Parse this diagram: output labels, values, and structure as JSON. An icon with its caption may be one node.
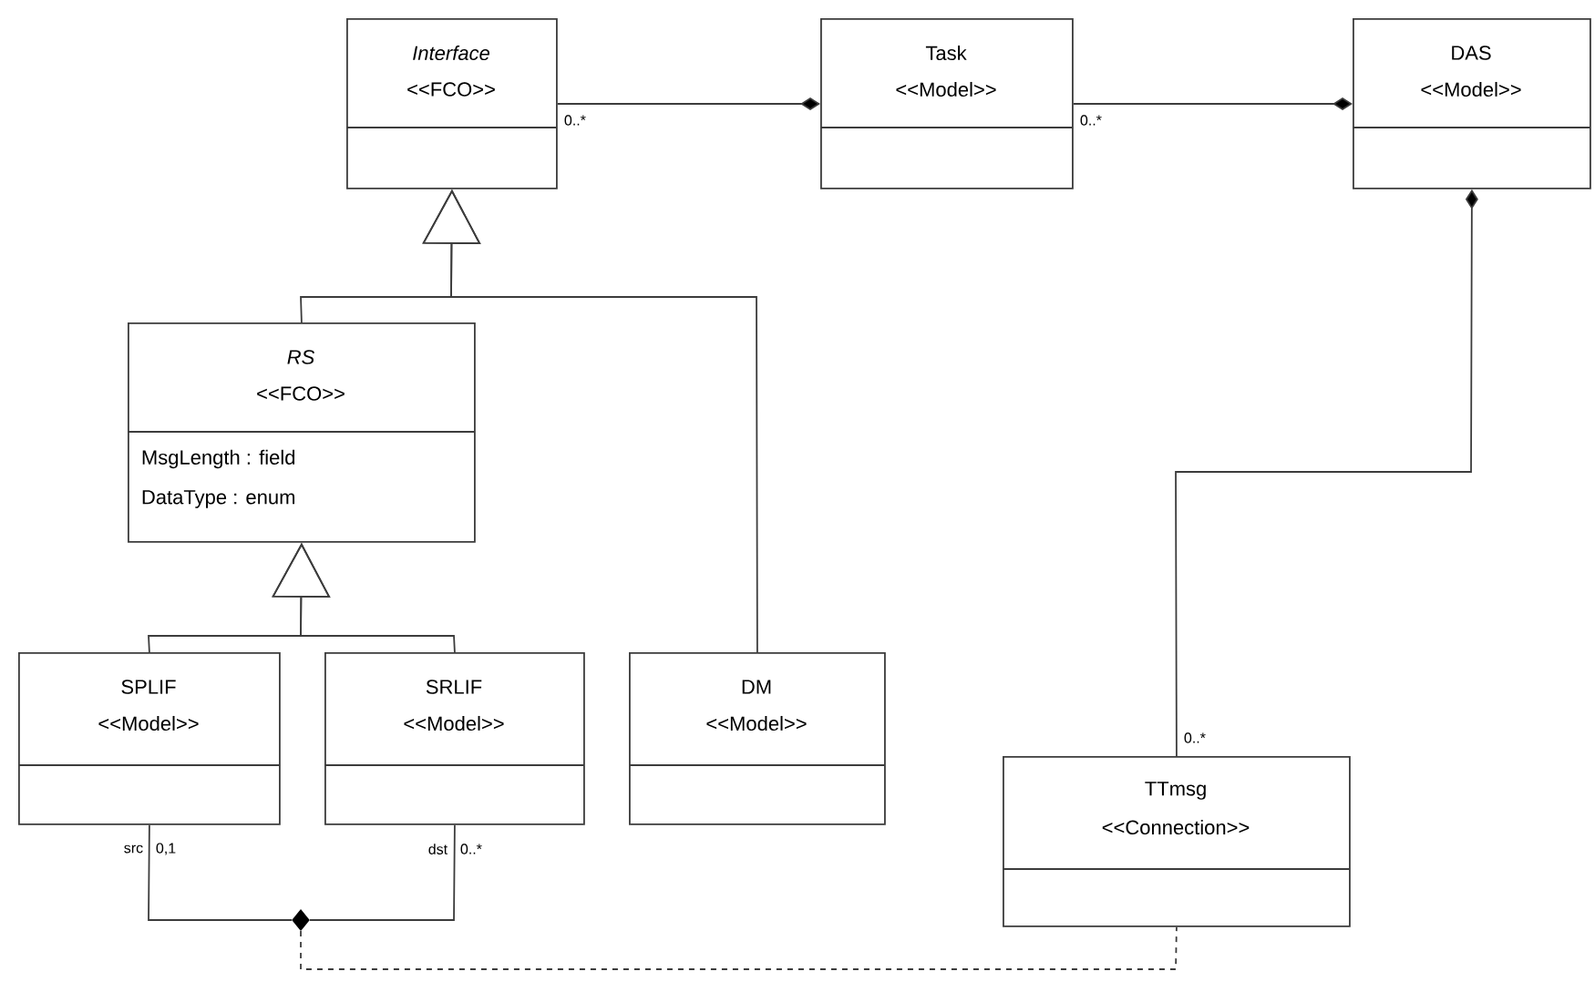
{
  "diagram": {
    "nodes": [
      {
        "text": [
          "Interface",
          "<<FCO>>"
        ]
      },
      {
        "text": [
          "Task",
          "<<Model>>"
        ]
      },
      {
        "text": [
          "DAS",
          "<<Model>>"
        ]
      },
      {
        "text": [
          "RS",
          "<<FCO>>",
          "MsgLength :  field",
          "DataType :  enum"
        ]
      },
      {
        "text": [
          "SPLIF",
          "<<Model>>"
        ]
      },
      {
        "text": [
          "SRLIF",
          "<<Model>>"
        ]
      },
      {
        "text": [
          "DM",
          "<<Model>>"
        ]
      },
      {
        "text": [
          "TTmsg",
          "<<Connection>>"
        ]
      },
      {
        "text": [],
        "shape": "diamond"
      }
    ],
    "edges": [
      {
        "from": 0,
        "to": 1,
        "arrow": "other",
        "label": "0..*"
      },
      {
        "from": 1,
        "to": 2,
        "arrow": "other",
        "label": "0..*"
      },
      {
        "from": 7,
        "to": 2,
        "arrow": "other",
        "label": "0..*"
      },
      {
        "from": 3,
        "to": 0,
        "arrow": "to"
      },
      {
        "from": 6,
        "to": 0,
        "arrow": "to"
      },
      {
        "from": 4,
        "to": 3,
        "arrow": "to"
      },
      {
        "from": 5,
        "to": 3,
        "arrow": "to"
      },
      {
        "from": 4,
        "to": 8,
        "arrow": "none",
        "label": "0,1"
      },
      {
        "from": 5,
        "to": 8,
        "arrow": "none",
        "label": "0..*"
      },
      {
        "from": 8,
        "to": 7,
        "arrow": "none",
        "style": "dashed"
      }
    ],
    "labels": [
      "src",
      "dst"
    ]
  }
}
